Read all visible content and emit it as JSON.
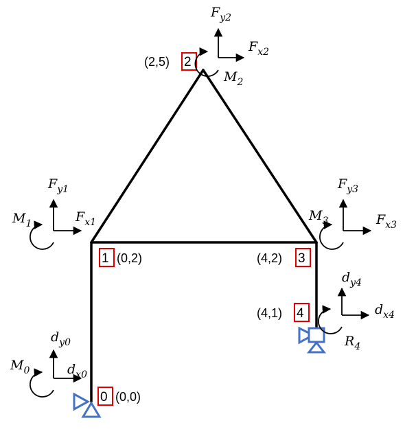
{
  "colors": {
    "frame": "#000000",
    "node_box": "#e00000",
    "support": "#4472c4"
  },
  "nodes": [
    {
      "id": "0",
      "coord": "(0,0)"
    },
    {
      "id": "1",
      "coord": "(0,2)"
    },
    {
      "id": "2",
      "coord": "(2,5)"
    },
    {
      "id": "3",
      "coord": "(4,2)"
    },
    {
      "id": "4",
      "coord": "(4,1)"
    }
  ],
  "loads": {
    "node0": {
      "base_d": "d",
      "sub_y": "y0",
      "sub_x": "x0",
      "base_m": "M",
      "sub_m": "0"
    },
    "node1": {
      "base_f": "F",
      "sub_y": "y1",
      "sub_x": "x1",
      "base_m": "M",
      "sub_m": "1"
    },
    "node2": {
      "base_f": "F",
      "sub_y": "y2",
      "sub_x": "x2",
      "base_m": "M",
      "sub_m": "2"
    },
    "node3": {
      "base_f": "F",
      "sub_y": "y3",
      "sub_x": "x3",
      "base_m": "M",
      "sub_m": "3"
    },
    "node4": {
      "base_d": "d",
      "sub_y": "y4",
      "sub_x": "x4",
      "base_r": "R",
      "sub_r": "4"
    }
  }
}
